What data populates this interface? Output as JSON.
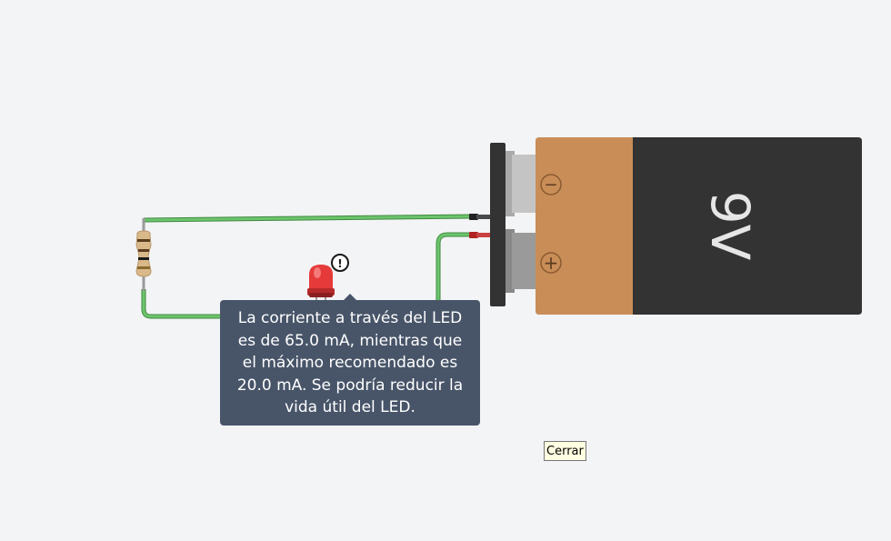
{
  "battery": {
    "label": "9V",
    "minus_symbol": "−",
    "plus_symbol": "+"
  },
  "led": {
    "warning_symbol": "!"
  },
  "tooltip": {
    "lines": [
      "La corriente a través del LED",
      "es de 65.0 mA, mientras que",
      "el máximo recomendado es",
      "20.0 mA. Se podría reducir la",
      "vida útil del LED."
    ]
  },
  "close_button": {
    "label": "Cerrar"
  },
  "colors": {
    "background": "#f3f4f6",
    "wire": "#5cb85c",
    "battery_copper": "#c98d58",
    "battery_body": "#333333",
    "tooltip_bg": "#485569",
    "led_red": "#e63a3a"
  }
}
